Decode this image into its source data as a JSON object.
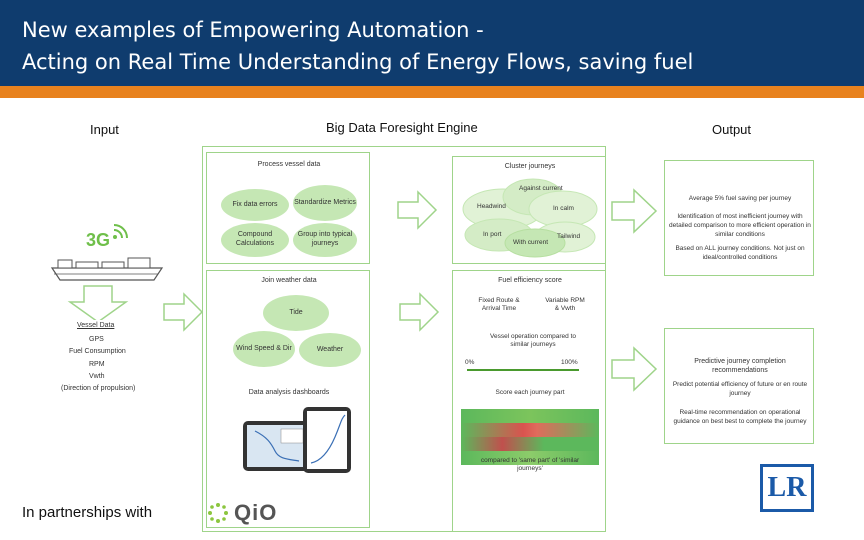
{
  "header": {
    "title_line1": "New examples of Empowering Automation -",
    "title_line2": "Acting on Real Time Understanding of Energy Flows, saving fuel"
  },
  "columns": {
    "input": "Input",
    "engine": "Big Data Foresight Engine",
    "output": "Output"
  },
  "input": {
    "signal_label": "3G",
    "vessel_data": {
      "heading": "Vessel Data",
      "items": [
        "GPS",
        "Fuel Consumption",
        "RPM",
        "Vwth",
        "(Direction of propulsion)"
      ]
    }
  },
  "engine": {
    "process_panel": {
      "title": "Process vessel data",
      "items": [
        "Fix data errors",
        "Standardize Metrics",
        "Compound Calculations",
        "Group into typical journeys"
      ]
    },
    "cluster_panel": {
      "title": "Cluster journeys",
      "labels": [
        "Against current",
        "Headwind",
        "In calm",
        "In port",
        "Tailwind",
        "With current"
      ]
    },
    "weather_panel": {
      "title": "Join weather data",
      "items": [
        "Tide",
        "Wind Speed & Dir",
        "Weather"
      ],
      "footer": "Data analysis dashboards"
    },
    "fuel_panel": {
      "title": "Fuel efficiency score",
      "fixed": "Fixed Route & Arrival Time",
      "variable": "Variable RPM & Vwth",
      "comparison": "Vessel operation compared to similar journeys",
      "min": "0%",
      "max": "100%",
      "score_label": "Score each journey part",
      "compare_note": "compared to 'same part' of 'similar journeys'"
    }
  },
  "output": {
    "panel1": [
      "Average 5% fuel saving per journey",
      "Identification of most inefficient journey with detailed comparison to more efficient operation in similar conditions",
      "Based on ALL journey conditions. Not just on ideal/controlled conditions"
    ],
    "panel2": [
      "Predictive journey completion recommendations",
      "Predict potential efficiency of future or en route journey",
      "Real-time recommendation on operational guidance on best best to complete the journey"
    ]
  },
  "footer": {
    "partnership": "In partnerships with",
    "partner_logo": "QiO",
    "brand_logo": "LR"
  },
  "colors": {
    "header": "#0f3c6e",
    "accent": "#e8821e",
    "green": "#9fd48a",
    "light_green": "#c5e7b4"
  }
}
